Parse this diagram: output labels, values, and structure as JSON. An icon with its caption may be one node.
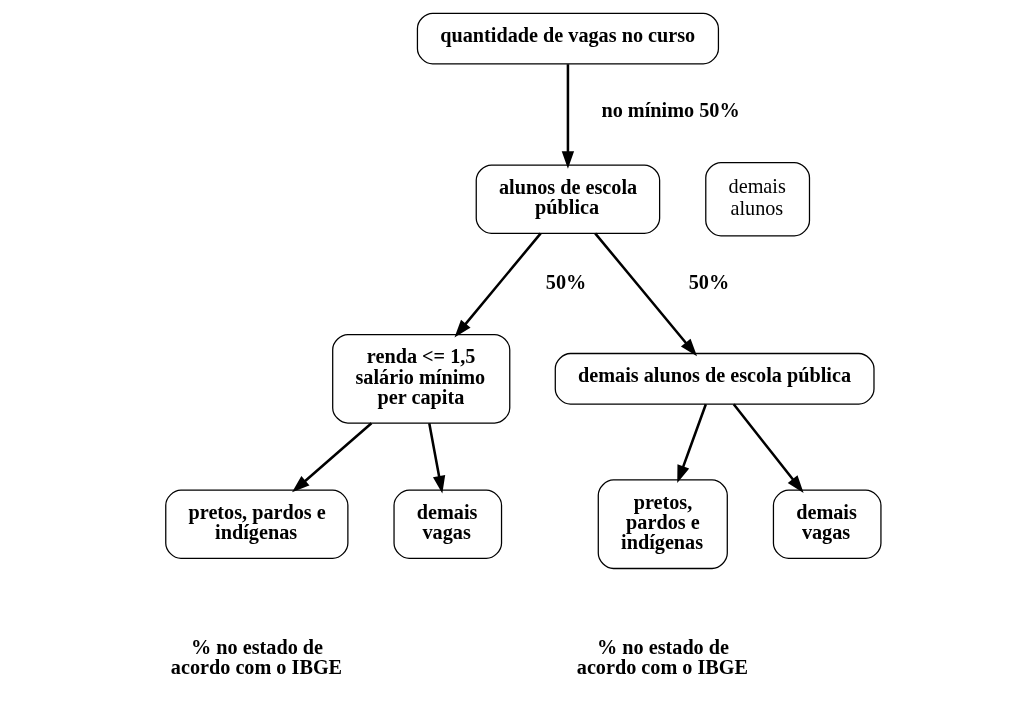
{
  "diagram": {
    "nodes": [
      {
        "text": [
          "quantidade de vagas no curso"
        ]
      },
      {
        "text": [
          "alunos de escola pública"
        ]
      },
      {
        "text": [
          "demais alunos"
        ]
      },
      {
        "text": [
          "renda <= 1,5 salário mínimo per capita"
        ]
      },
      {
        "text": [
          "demais alunos de escola pública"
        ]
      },
      {
        "text": [
          "pretos, pardos e indígenas"
        ],
        "beside": [
          "% no estado de acordo com o IBGE"
        ]
      },
      {
        "text": [
          "demais vagas"
        ]
      },
      {
        "text": [
          "pretos, pardos e indígenas"
        ],
        "beside": [
          "% no estado de acordo com o IBGE"
        ]
      },
      {
        "text": [
          "demais vagas"
        ]
      }
    ],
    "edges": [
      {
        "from": 0,
        "to": 1,
        "arrow": "to",
        "label": "no mínimo 50%"
      },
      {
        "from": 1,
        "to": 3,
        "arrow": "to",
        "label": "50%"
      },
      {
        "from": 1,
        "to": 4,
        "arrow": "to",
        "label": "50%"
      },
      {
        "from": 3,
        "to": 5,
        "arrow": "to"
      },
      {
        "from": 3,
        "to": 6,
        "arrow": "to"
      },
      {
        "from": 4,
        "to": 7,
        "arrow": "to"
      },
      {
        "from": 4,
        "to": 8,
        "arrow": "to"
      }
    ]
  }
}
